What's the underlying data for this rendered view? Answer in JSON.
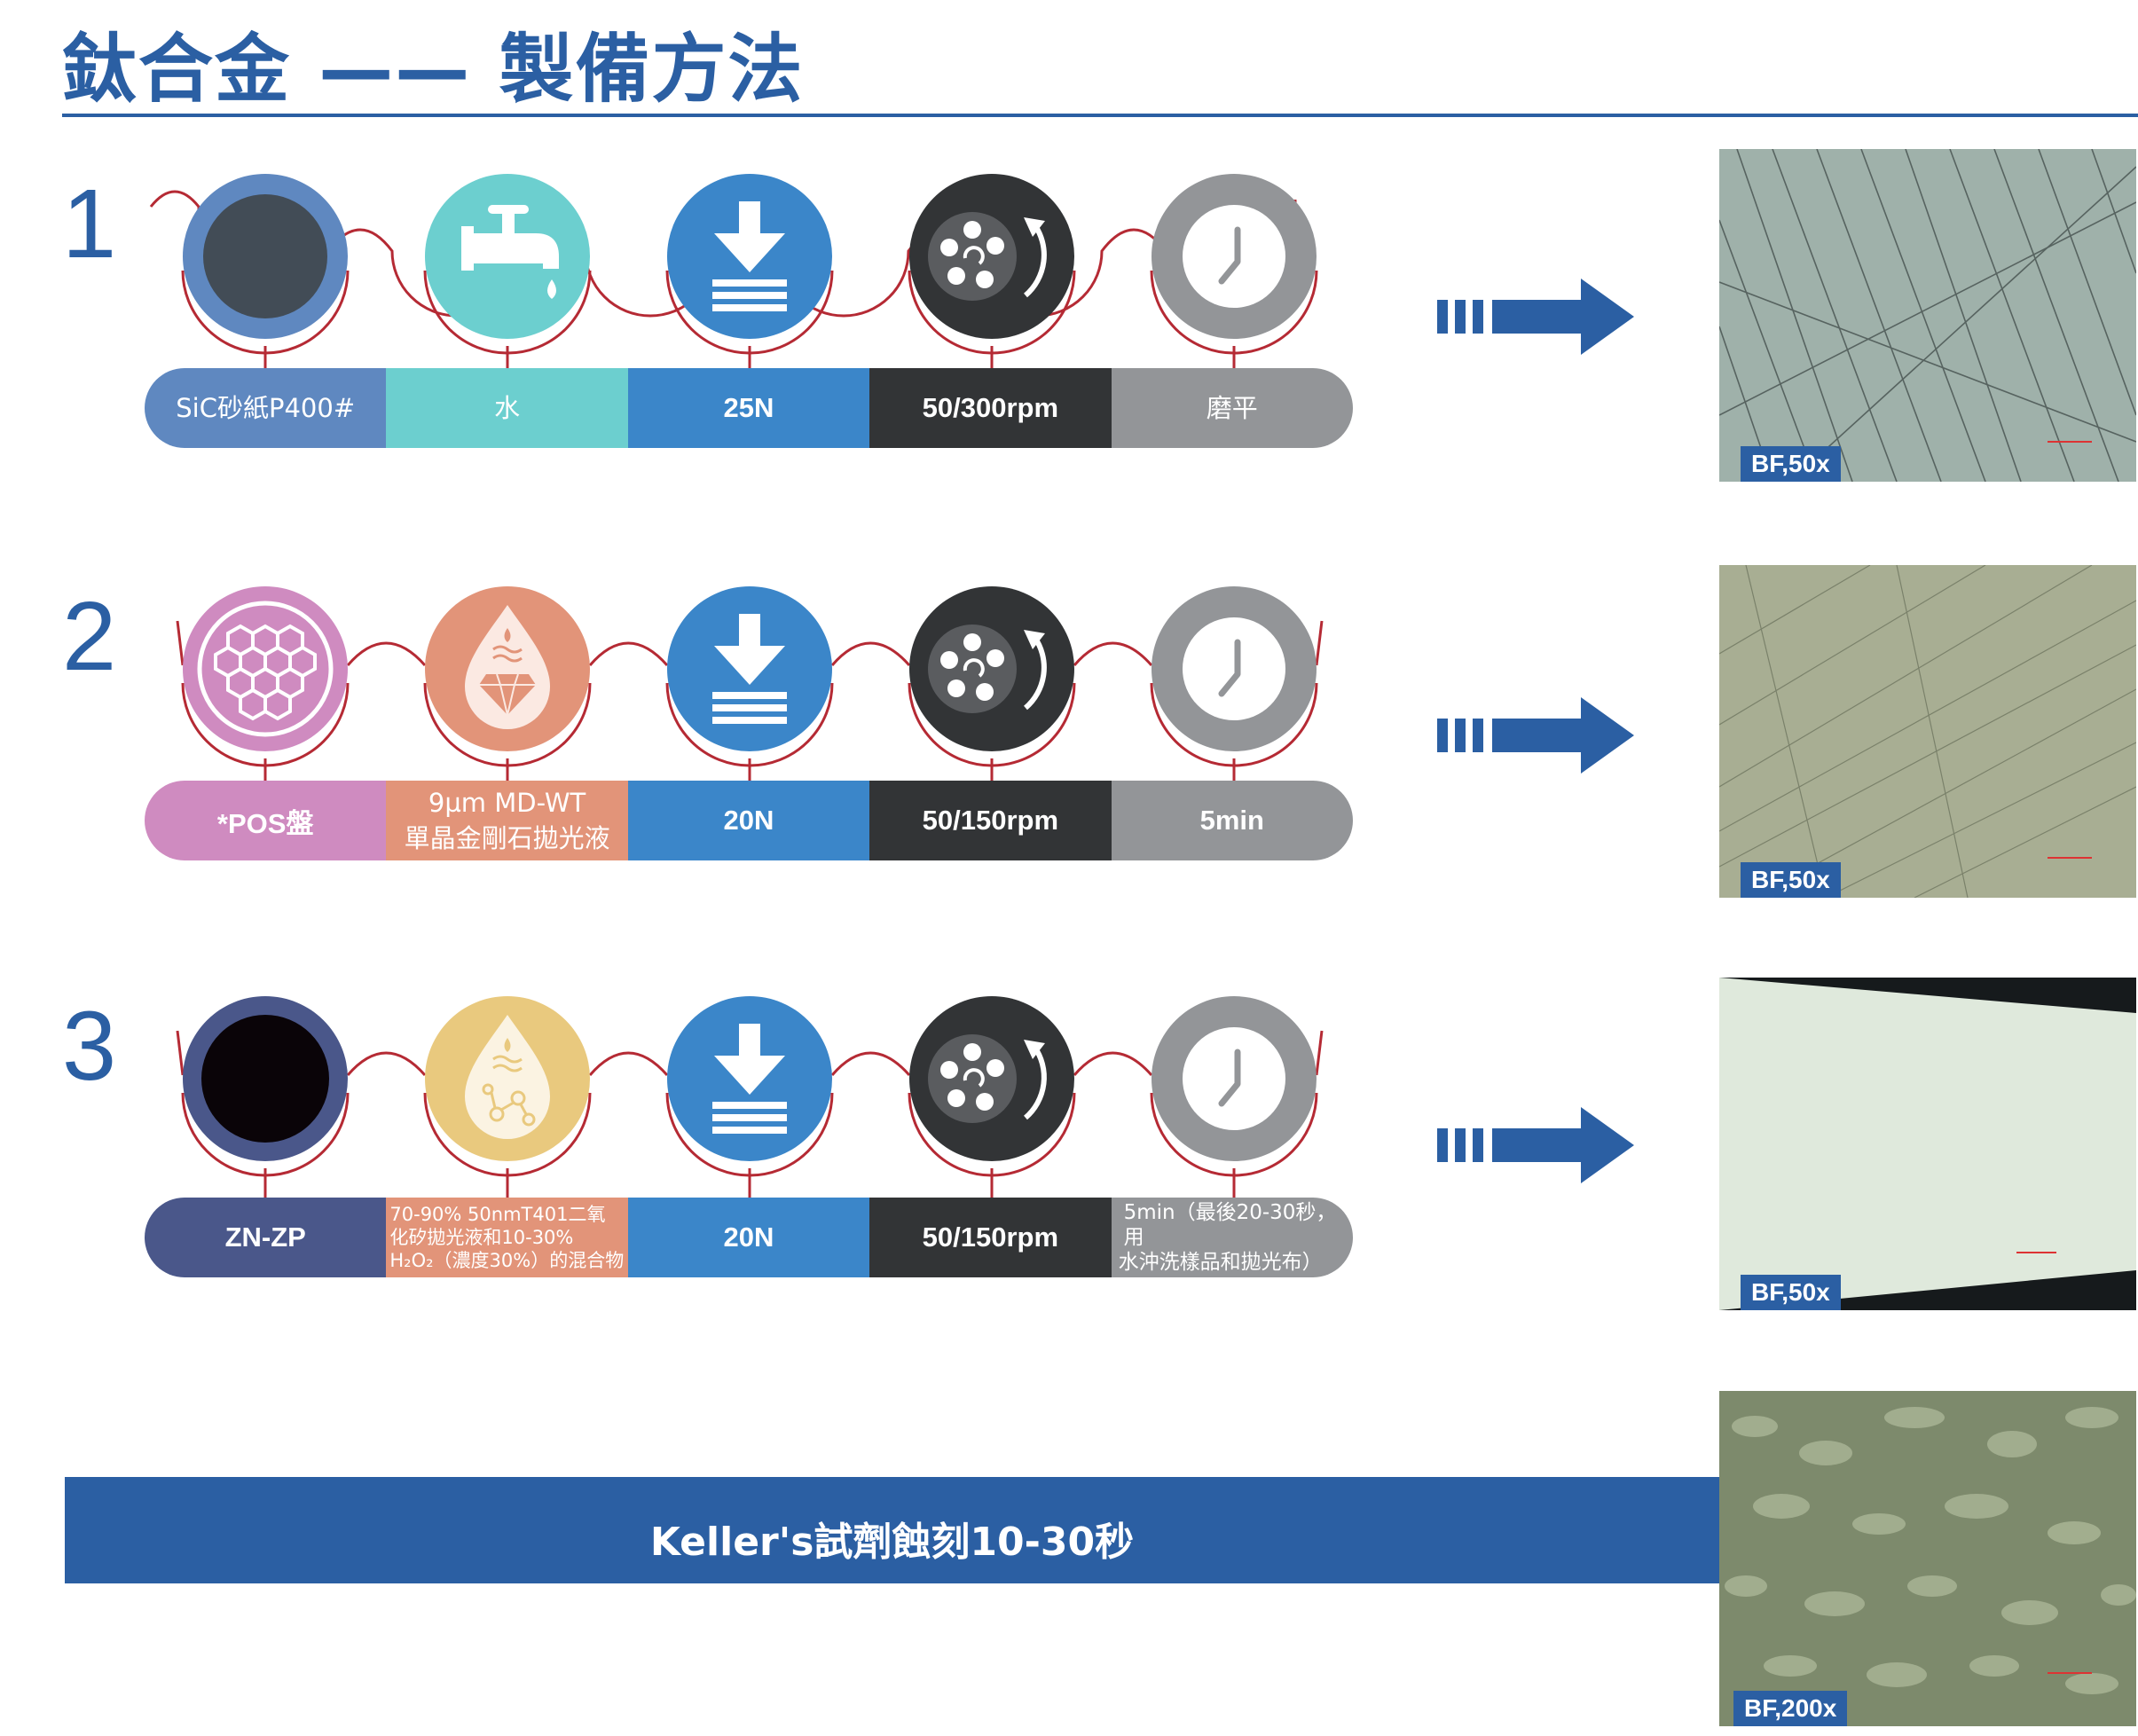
{
  "title": "鈦合金 —— 製備方法",
  "colors": {
    "accent": "#2b5fa3",
    "wave": "#b52a34",
    "water": "#6ccfcf",
    "force": "#3b86c9",
    "speed": "#323436",
    "time": "#939598",
    "sic": "#5f88c0",
    "pos": "#cf8bc0",
    "diamond": "#e29479",
    "zn": "#4a578a",
    "colloid": "#e9c97e"
  },
  "steps": [
    {
      "number": "1",
      "icons": [
        "sic-paper-disc-icon",
        "water-tap-icon",
        "force-down-icon",
        "rotation-speed-icon",
        "clock-icon"
      ],
      "labels": [
        "SiC砂紙P400#",
        "水",
        "25N",
        "50/300rpm",
        "磨平"
      ],
      "image_label": "BF,50x"
    },
    {
      "number": "2",
      "icons": [
        "pos-disc-icon",
        "diamond-suspension-icon",
        "force-down-icon",
        "rotation-speed-icon",
        "clock-icon"
      ],
      "labels": [
        "*POS盤",
        "9µm MD-WT",
        "單晶金剛石拋光液",
        "20N",
        "50/150rpm",
        "5min"
      ],
      "image_label": "BF,50x"
    },
    {
      "number": "3",
      "icons": [
        "zn-zp-cloth-icon",
        "colloidal-silica-icon",
        "force-down-icon",
        "rotation-speed-icon",
        "clock-icon"
      ],
      "labels": [
        "ZN-ZP",
        "70-90% 50nmT401二氧",
        "化矽拋光液和10-30%",
        "H₂O₂（濃度30%）的混合物",
        "20N",
        "50/150rpm",
        "5min（最後20-30秒，用",
        "水沖洗樣品和拋光布）"
      ],
      "image_label": "BF,50x"
    }
  ],
  "etch": {
    "label": "Keller's試劑蝕刻10-30秒",
    "image_label": "BF,200x"
  }
}
